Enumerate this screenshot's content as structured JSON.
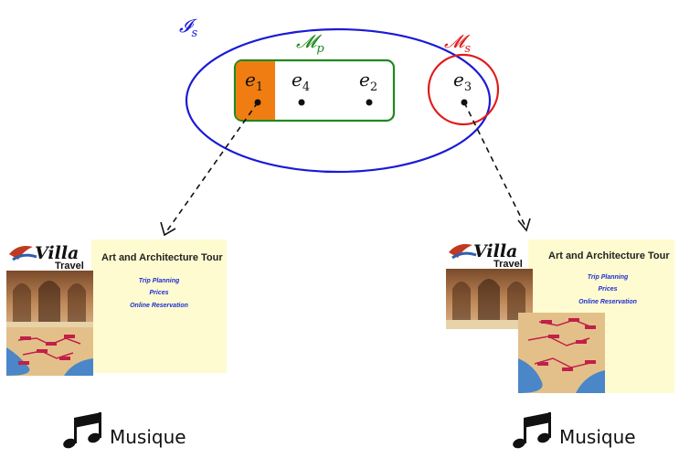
{
  "sets": {
    "outer": {
      "label": "𝓘",
      "subscript": "s",
      "color": "#1a1ad6"
    },
    "primary": {
      "label": "𝓜",
      "subscript": "p",
      "color": "#1f8a1f"
    },
    "secondary": {
      "label": "𝓜",
      "subscript": "s",
      "color": "#e01a1a"
    }
  },
  "elements": [
    {
      "label": "e",
      "subscript": "1",
      "highlighted": true,
      "highlight_color": "#f07d12"
    },
    {
      "label": "e",
      "subscript": "4",
      "highlighted": false
    },
    {
      "label": "e",
      "subscript": "2",
      "highlighted": false
    },
    {
      "label": "e",
      "subscript": "3",
      "highlighted": false
    }
  ],
  "documents": {
    "left": {
      "logo_main": "Villa",
      "logo_sub": "Travel",
      "title": "Art and Architecture Tour",
      "links": [
        "Trip Planning",
        "Prices",
        "Online Reservation"
      ],
      "audio_label": "Musique"
    },
    "right": {
      "logo_main": "Villa",
      "logo_sub": "Travel",
      "title": "Art and Architecture Tour",
      "links": [
        "Trip Planning",
        "Prices",
        "Online Reservation"
      ],
      "audio_label": "Musique"
    }
  },
  "colors": {
    "page_bg": "#fffbd0",
    "map_water": "#4a86c8",
    "map_land": "#e3c089",
    "route_marker": "#c0204a"
  }
}
